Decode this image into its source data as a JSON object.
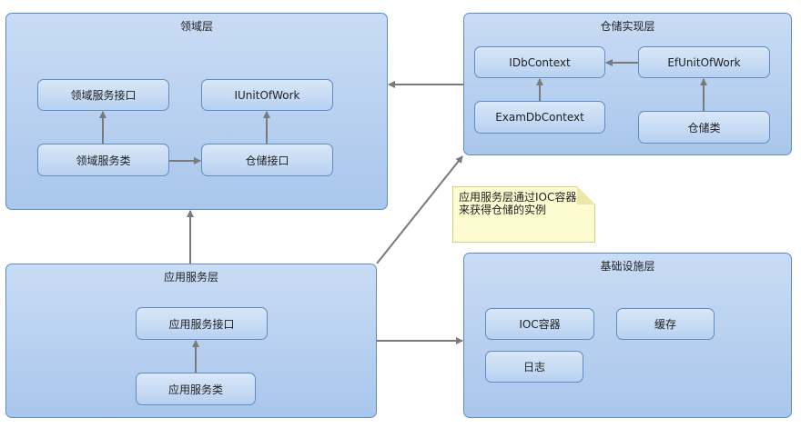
{
  "layers": {
    "domain": {
      "title": "领域层",
      "domain_service_interface": "领域服务接口",
      "unit_of_work_interface": "IUnitOfWork",
      "domain_service_class": "领域服务类",
      "repository_interface": "仓储接口"
    },
    "repository_impl": {
      "title": "仓储实现层",
      "idbcontext": "IDbContext",
      "ef_unit_of_work": "EfUnitOfWork",
      "exam_db_context": "ExamDbContext",
      "repository_class": "仓储类"
    },
    "application": {
      "title": "应用服务层",
      "app_service_interface": "应用服务接口",
      "app_service_class": "应用服务类"
    },
    "infrastructure": {
      "title": "基础设施层",
      "ioc_container": "IOC容器",
      "cache": "缓存",
      "log": "日志"
    }
  },
  "note": {
    "line1": "应用服务层通过IOC容器",
    "line2": "来获得仓储的实例"
  },
  "colors": {
    "layer_border": "#5d8cc8",
    "layer_fill": "#b8d1f0",
    "arrow": "#7a7a7a",
    "note_fill": "#fdfbd0"
  }
}
